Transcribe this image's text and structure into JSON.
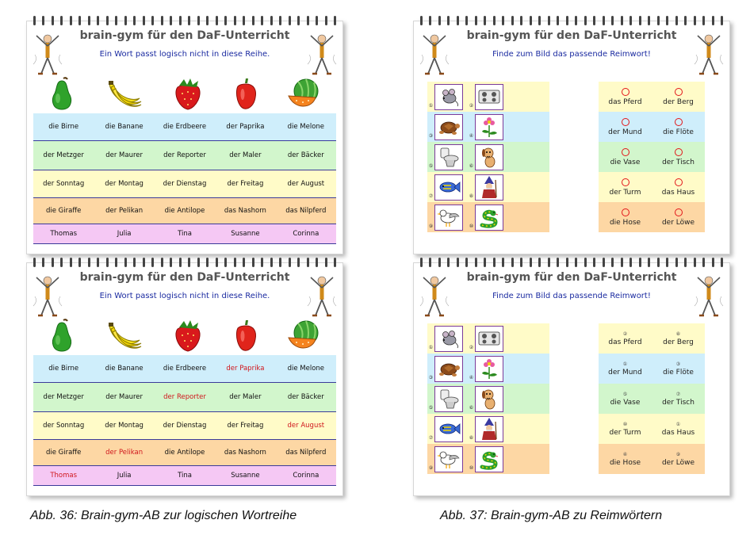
{
  "colors": {
    "subtitle": "#1a2aa0",
    "highlight": "#d0161c",
    "frame": "#7b3b9a",
    "row_colors": [
      "#cfeefb",
      "#d2f6cc",
      "#fffbc8",
      "#fdd7a4",
      "#f5c8f4"
    ]
  },
  "shared": {
    "title": "brain-gym für den DaF-Unterricht"
  },
  "cardA": {
    "subtitle": "Ein Wort passt logisch nicht in diese Reihe.",
    "fruit_icons": [
      "pear-icon",
      "banana-icon",
      "strawberry-icon",
      "pepper-icon",
      "melon-icon"
    ],
    "rows": [
      [
        "die Birne",
        "die Banane",
        "die Erdbeere",
        "der Paprika",
        "die Melone"
      ],
      [
        "der Metzger",
        "der Maurer",
        "der Reporter",
        "der Maler",
        "der Bäcker"
      ],
      [
        "der Sonntag",
        "der Montag",
        "der Dienstag",
        "der Freitag",
        "der August"
      ],
      [
        "die Giraffe",
        "der Pelikan",
        "die Antilope",
        "das Nashorn",
        "das Nilpferd"
      ],
      [
        "Thomas",
        "Julia",
        "Tina",
        "Susanne",
        "Corinna"
      ]
    ],
    "solution_highlight_columns": [
      3,
      2,
      4,
      1,
      0
    ]
  },
  "cardB": {
    "subtitle": "Finde zum Bild das passende Reimwort!",
    "left_numbers": [
      "①",
      "③",
      "⑤",
      "⑦",
      "⑨"
    ],
    "right_numbers": [
      "②",
      "④",
      "⑥",
      "⑧",
      "⑩"
    ],
    "left_icons": [
      "mouse-icon",
      "turtle-icon",
      "toilet-icon",
      "fish-icon",
      "seagull-icon"
    ],
    "right_icons": [
      "stove-icon",
      "flower-icon",
      "dog-icon",
      "wizard-icon",
      "snake-icon"
    ],
    "words": [
      [
        "das Pferd",
        "der Berg"
      ],
      [
        "der Mund",
        "die Flöte"
      ],
      [
        "die Vase",
        "der Tisch"
      ],
      [
        "der Turm",
        "das Haus"
      ],
      [
        "die Hose",
        "der Löwe"
      ]
    ],
    "solution_numbers": [
      [
        "②",
        "⑧"
      ],
      [
        "①",
        "③"
      ],
      [
        "⑤",
        "⑦"
      ],
      [
        "⑩",
        "①"
      ],
      [
        "④",
        "⑨"
      ]
    ]
  },
  "captions": {
    "left": "Abb. 36: Brain-gym-AB zur logischen Wortreihe",
    "right": "Abb. 37: Brain-gym-AB zu Reimwörtern"
  }
}
